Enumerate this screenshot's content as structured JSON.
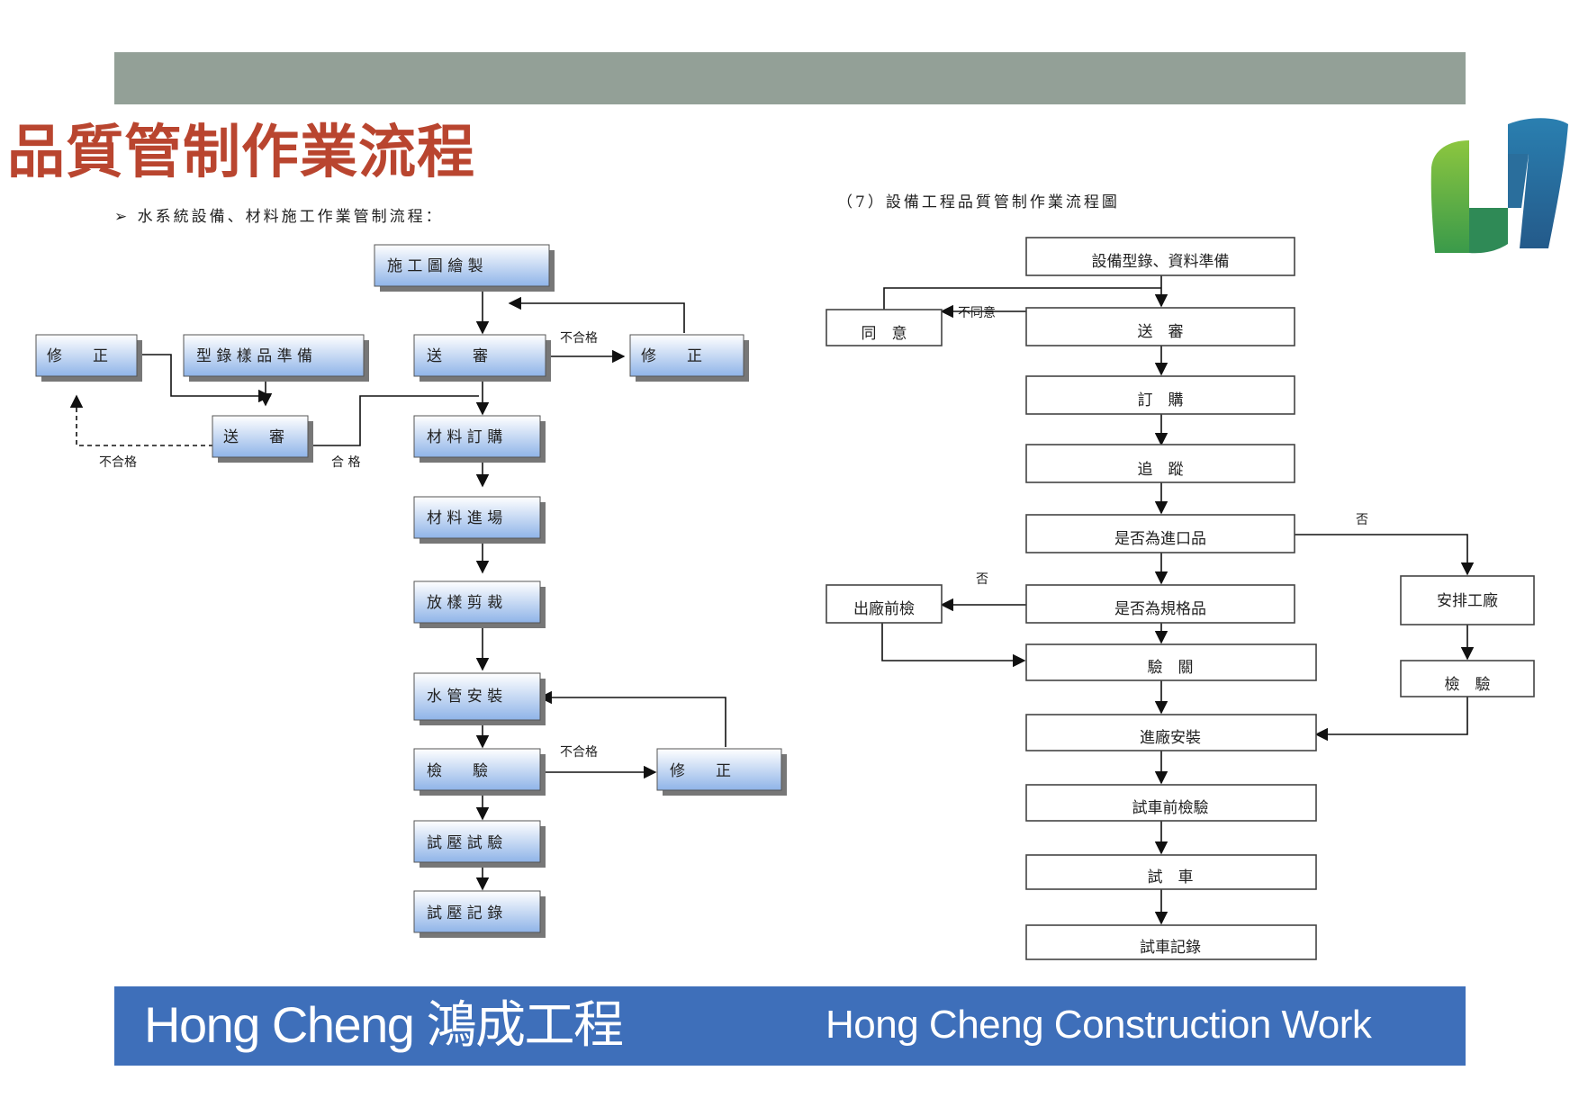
{
  "page_title": "品質管制作業流程",
  "left_flow": {
    "heading": "➢ 水系統設備、材料施工作業管制流程：",
    "nodes": {
      "drawing": "施 工 圖 繪 製",
      "submit_main": "送　　審",
      "fix_right_top": "修　　正",
      "catalog": "型 錄 樣 品 準 備",
      "fix_left": "修　　正",
      "submit_sample": "送　　審",
      "order": "材 料 訂 購",
      "arrival": "材 料 進 場",
      "cutting": "放 樣 剪 裁",
      "install": "水 管 安 裝",
      "inspect": "檢　　驗",
      "fix_right_bottom": "修　　正",
      "pressure_test": "試 壓 試 驗",
      "pressure_record": "試 壓 記 錄"
    },
    "labels": {
      "fail_top": "不合格",
      "fail_left": "不合格",
      "pass": "合 格",
      "fail_bottom": "不合格"
    }
  },
  "right_flow": {
    "heading": "（7）設備工程品質管制作業流程圖",
    "nodes": {
      "prep": "設備型錄、資料準備",
      "agree": "同　意",
      "submit": "送　審",
      "order": "訂　購",
      "track": "追　蹤",
      "imported": "是否為進口品",
      "pre_ship": "出廠前檢",
      "spec": "是否為規格品",
      "factory": "安排工廠",
      "customs": "驗　關",
      "inspect": "檢　驗",
      "install": "進廠安裝",
      "pre_test": "試車前檢驗",
      "test_run": "試　車",
      "test_record": "試車記錄"
    },
    "labels": {
      "disagree": "不同意",
      "no_import": "否",
      "no_spec": "否"
    }
  },
  "footer": {
    "left_text": "Hong Cheng 鴻成工程",
    "right_text": "Hong Cheng Construction Work"
  },
  "colors": {
    "title": "#b9452f",
    "top_bar": "#93a097",
    "footer": "#3e6fba",
    "box_gradient_top": "#ffffff",
    "box_gradient_bottom": "#8fb4e8"
  }
}
